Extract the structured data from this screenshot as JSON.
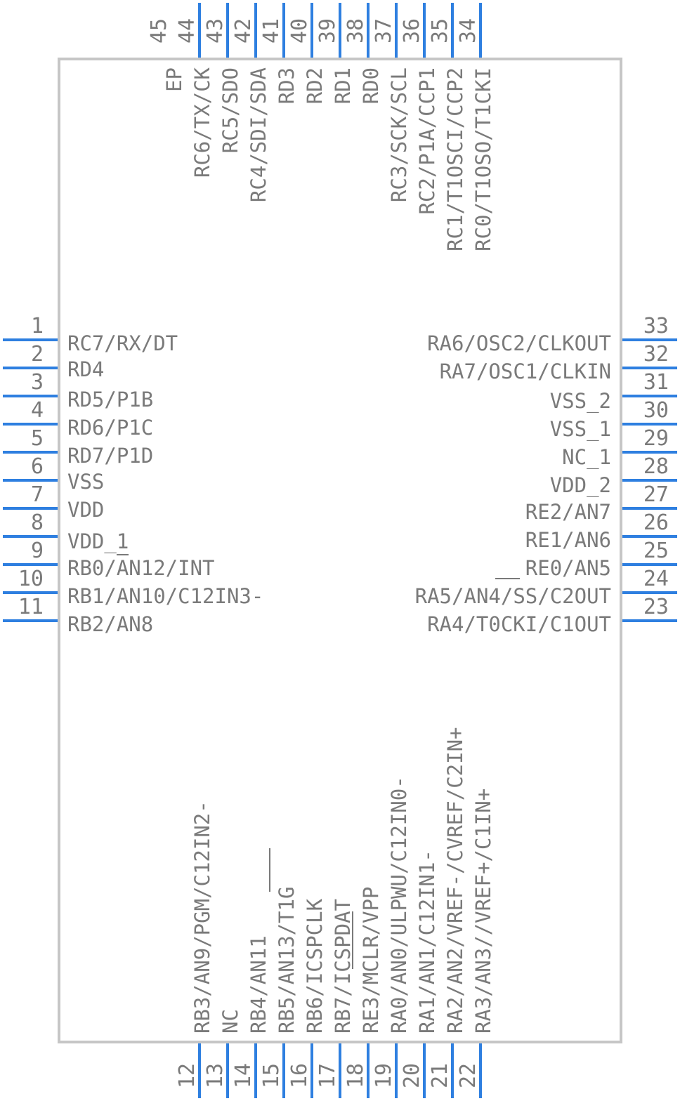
{
  "colors": {
    "pin": "#2e7fe0",
    "outline": "#c6c6c6",
    "text": "#7a7a7a",
    "background": "#ffffff"
  },
  "left_pins": [
    {
      "num": "1",
      "label": "RC7/RX/DT"
    },
    {
      "num": "2",
      "label": "RD4"
    },
    {
      "num": "3",
      "label": "RD5/P1B"
    },
    {
      "num": "4",
      "label": "RD6/P1C"
    },
    {
      "num": "5",
      "label": "RD7/P1D"
    },
    {
      "num": "6",
      "label": "VSS"
    },
    {
      "num": "7",
      "label": "VDD"
    },
    {
      "num": "8",
      "label": "VDD_1"
    },
    {
      "num": "9",
      "label": "RB0/AN12/INT"
    },
    {
      "num": "10",
      "label": "RB1/AN10/C12IN3-"
    },
    {
      "num": "11",
      "label": "RB2/AN8"
    }
  ],
  "right_pins": [
    {
      "num": "33",
      "label": "RA6/OSC2/CLKOUT"
    },
    {
      "num": "32",
      "label": "RA7/OSC1/CLKIN"
    },
    {
      "num": "31",
      "label": "VSS_2"
    },
    {
      "num": "30",
      "label": "VSS_1"
    },
    {
      "num": "29",
      "label": "NC_1"
    },
    {
      "num": "28",
      "label": "VDD_2"
    },
    {
      "num": "27",
      "label": "RE2/AN7"
    },
    {
      "num": "26",
      "label": "RE1/AN6"
    },
    {
      "num": "25",
      "label": "RE0/AN5"
    },
    {
      "num": "24",
      "label": "RA5/AN4/SS/C2OUT"
    },
    {
      "num": "23",
      "label": "RA4/T0CKI/C1OUT"
    }
  ],
  "bottom_pins": [
    {
      "num": "12",
      "label": "RB3/AN9/PGM/C12IN2-"
    },
    {
      "num": "13",
      "label": "NC"
    },
    {
      "num": "14",
      "label": "RB4/AN11"
    },
    {
      "num": "15",
      "label": "RB5/AN13/T1G"
    },
    {
      "num": "16",
      "label": "RB6/ICSPCLK"
    },
    {
      "num": "17",
      "label": "RB7/ICSPDAT"
    },
    {
      "num": "18",
      "label": "RE3/MCLR/VPP"
    },
    {
      "num": "19",
      "label": "RA0/AN0/ULPWU/C12IN0-"
    },
    {
      "num": "20",
      "label": "RA1/AN1/C12IN1-"
    },
    {
      "num": "21",
      "label": "RA2/AN2/VREF-/CVREF/C2IN+"
    },
    {
      "num": "22",
      "label": "RA3/AN3//VREF+/C1IN+"
    }
  ],
  "top_pins": [
    {
      "num": "45",
      "label": "EP"
    },
    {
      "num": "44",
      "label": "RC6/TX/CK"
    },
    {
      "num": "43",
      "label": "RC5/SDO"
    },
    {
      "num": "42",
      "label": "RC4/SDI/SDA"
    },
    {
      "num": "41",
      "label": "RD3"
    },
    {
      "num": "40",
      "label": "RD2"
    },
    {
      "num": "39",
      "label": "RD1"
    },
    {
      "num": "38",
      "label": "RD0"
    },
    {
      "num": "37",
      "label": "RC3/SCK/SCL"
    },
    {
      "num": "36",
      "label": "RC2/P1A/CCP1"
    },
    {
      "num": "35",
      "label": "RC1/T1OSCI/CCP2"
    },
    {
      "num": "34",
      "label": "RC0/T1OSO/T1CKI"
    }
  ]
}
